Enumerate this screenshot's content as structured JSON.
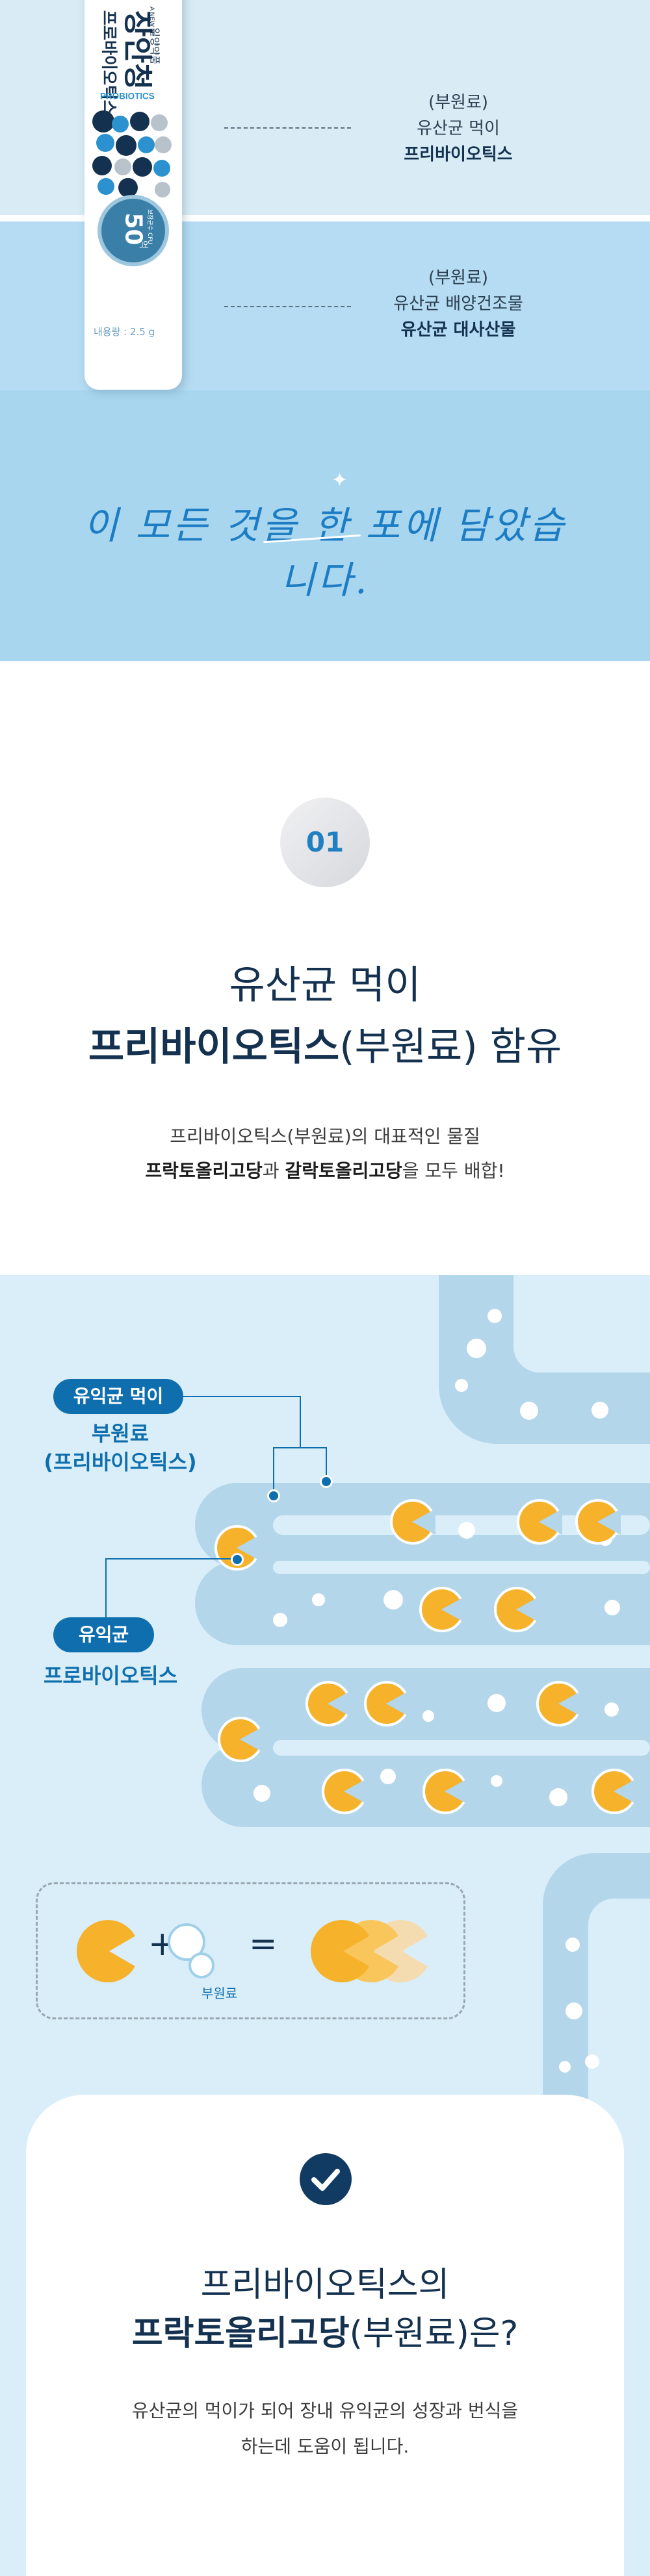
{
  "product": {
    "brand": "A NEW M",
    "small_label": "일양약품",
    "name": "장안청",
    "vertical_label": "프로바이오틱스",
    "sub_label": "PROBIOTICS",
    "badge_number": "50",
    "badge_unit": "억",
    "badge_text": "보장균수 CFU",
    "net_weight": "내용량 : 2.5 g"
  },
  "ingredients": [
    {
      "line1": "(부원료)",
      "line2": "유산균 먹이",
      "line3": "프리바이오틱스"
    },
    {
      "line1": "(부원료)",
      "line2": "유산균 배양건조물",
      "line3": "유산균 대사산물"
    }
  ],
  "slogan": "이 모든 것을 한 포에 담았습니다.",
  "intro": {
    "number": "01",
    "heading_line1": "유산균 먹이",
    "heading_bold": "프리바이오틱스",
    "heading_rest": "(부원료) 함유",
    "para1": "프리바이오틱스(부원료)의 대표적인 물질",
    "para2_bold1": "프락토올리고당",
    "para2_mid": "과 ",
    "para2_bold2": "갈락토올리고당",
    "para2_end": "을 모두 배합!"
  },
  "diagram": {
    "label1_pill": "유익균 먹이",
    "label1_line1": "부원료",
    "label1_line2": "(프리바이오틱스)",
    "label2_pill": "유익균",
    "label2_line1": "프로바이오틱스",
    "equation_caption": "부원료",
    "plus_sign": "+",
    "equals_sign": "="
  },
  "card": {
    "heading_line1": "프리바이오틱스의",
    "heading_bold": "프락토올리고당",
    "heading_rest": "(부원료)은?",
    "para1": "유산균의 먹이가 되어 장내 유익균의 성장과 번식을",
    "para2": "하는데 도움이 됩니다."
  },
  "colors": {
    "primary_navy": "#14314f",
    "accent_blue": "#0f6fae",
    "sky_blue": "#a9d6ef",
    "pale_blue": "#d9eef8",
    "tube_blue": "#b4d6ea",
    "probiotic_yellow": "#f6b22b"
  }
}
